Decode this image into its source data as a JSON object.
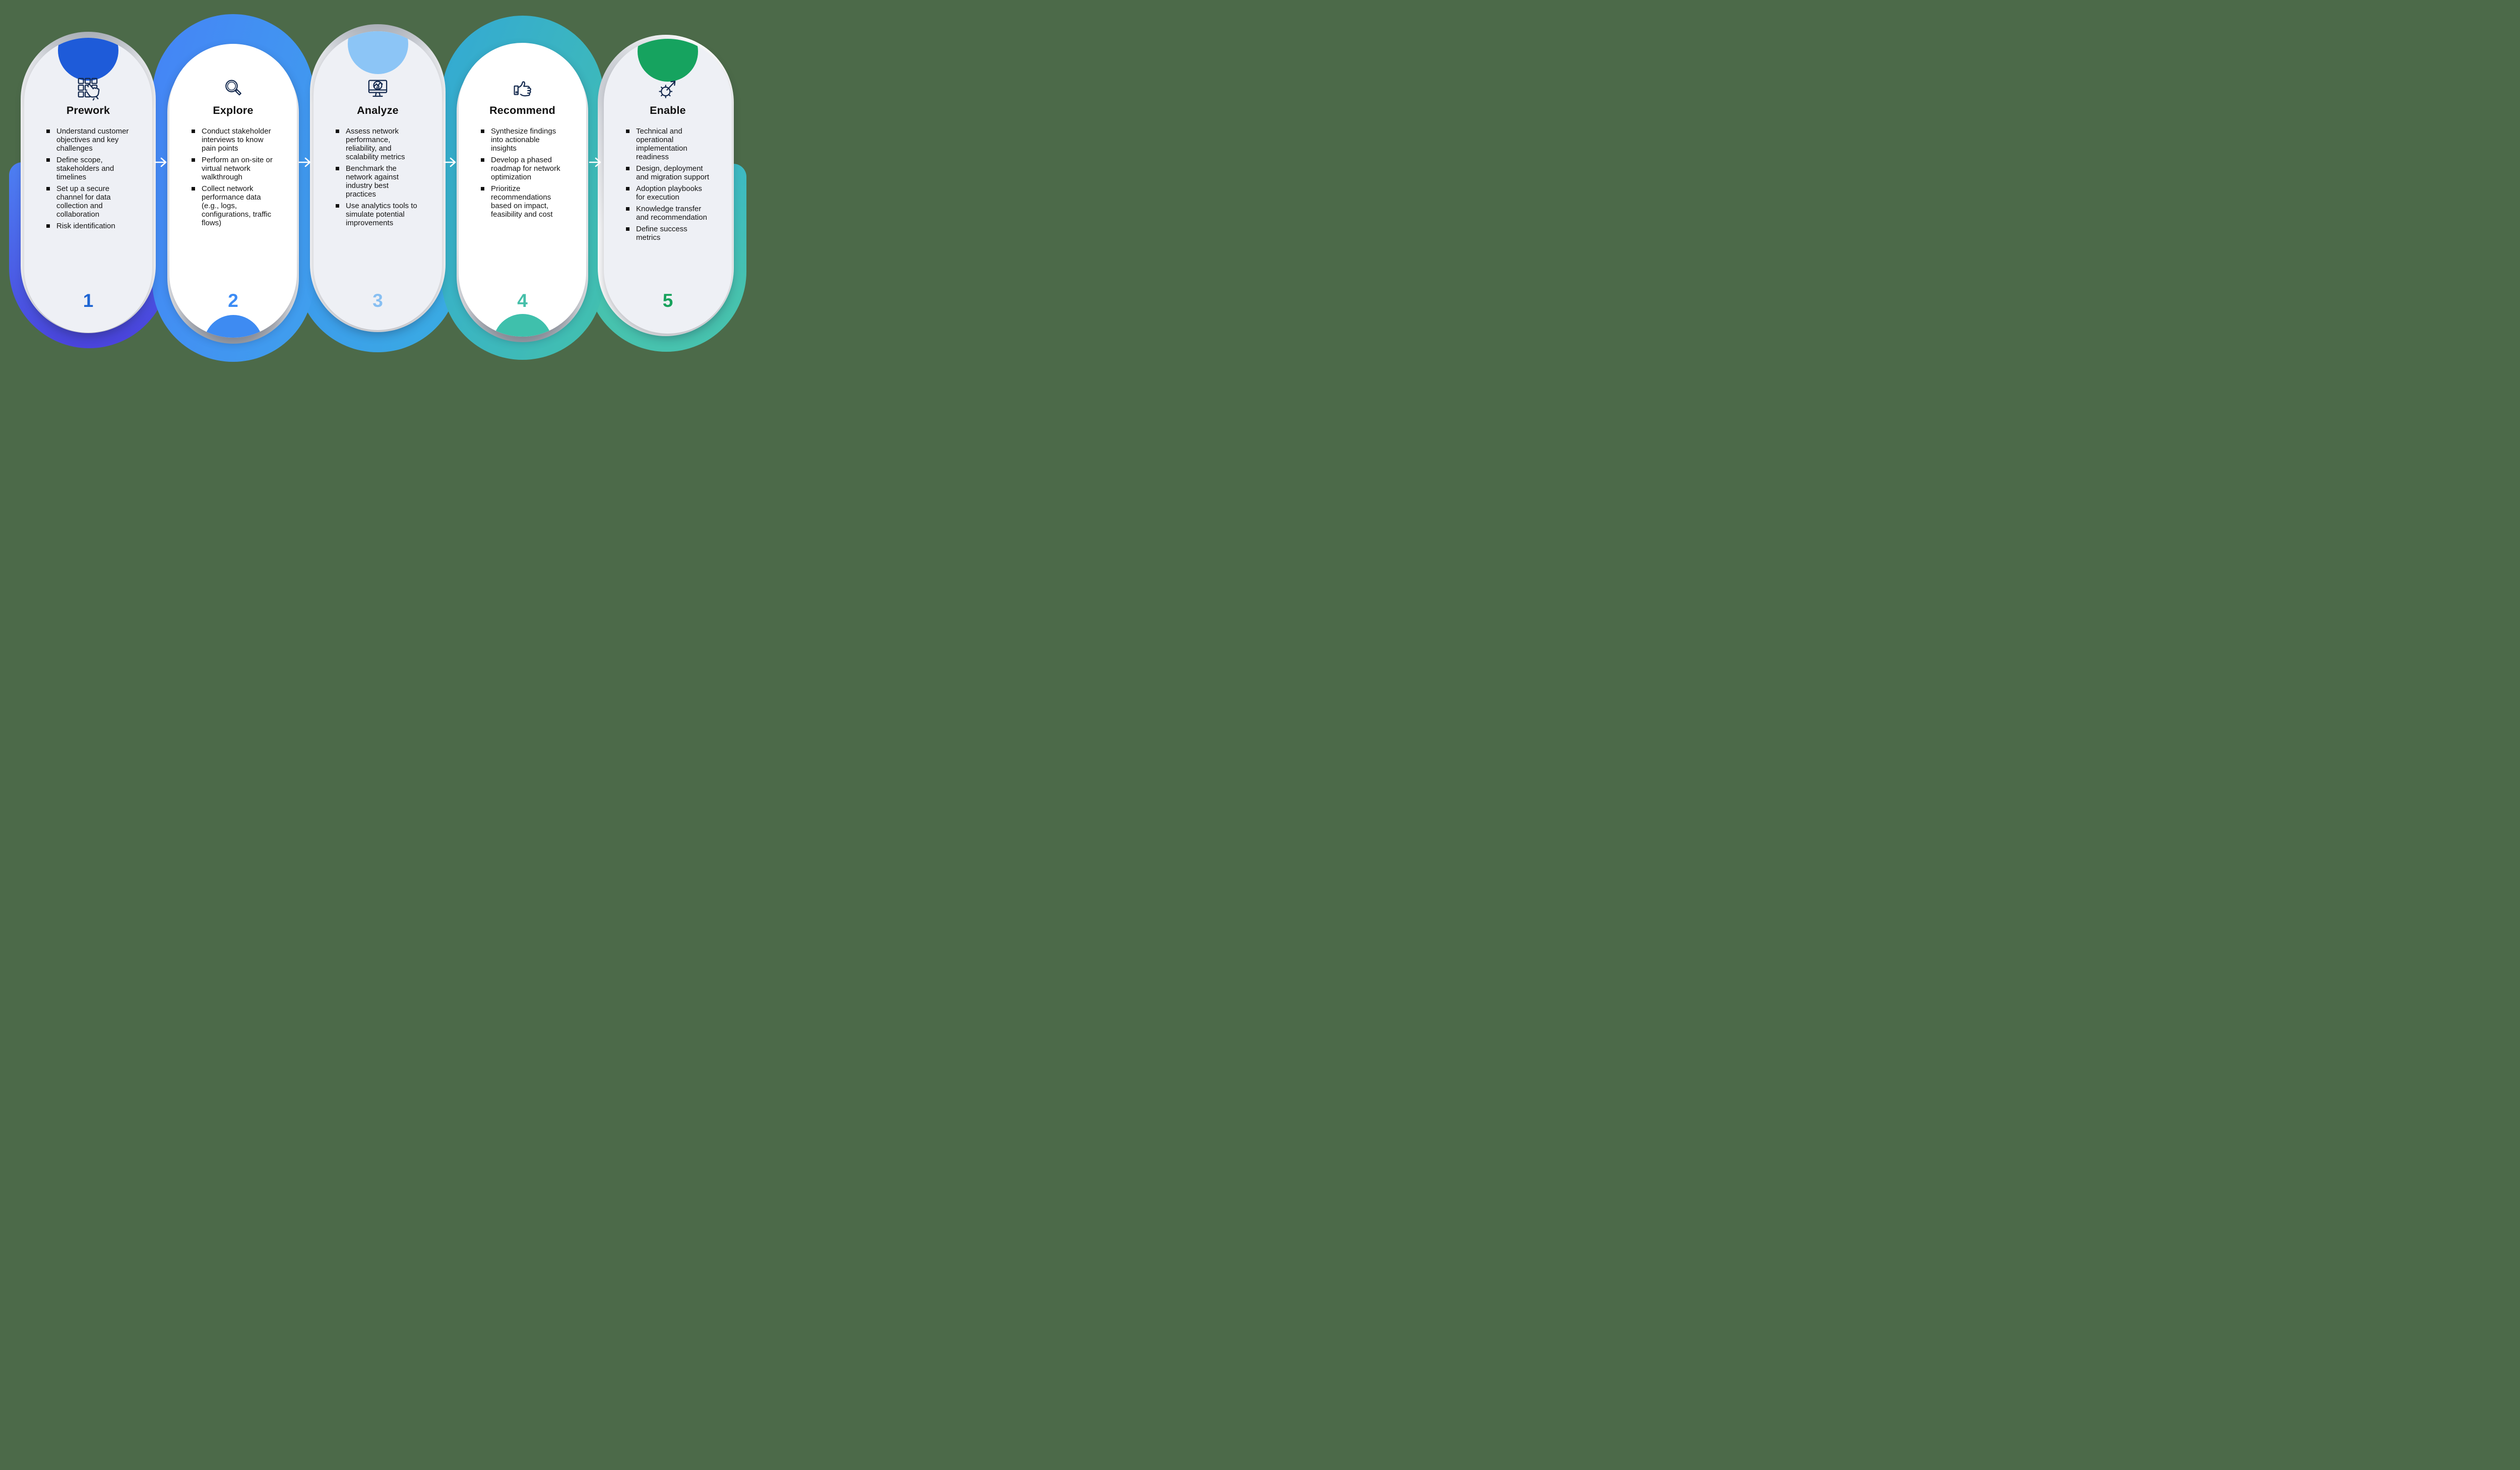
{
  "canvas": {
    "background_color": "#4C6A49"
  },
  "arrow_glyph": "→",
  "stages": [
    {
      "number": "1",
      "title": "Prework",
      "icon": "keypad-tap-icon",
      "bullets": [
        "Understand customer objectives and key challenges",
        "Define scope, stakeholders and timelines",
        "Set up a secure channel for data collection and collaboration",
        "Risk identification"
      ],
      "colors": {
        "band_from": "#4C7FF2",
        "band_to": "#4A45DC",
        "top_circle": "#1E5BD9",
        "number": "#1C64D2",
        "card": "#EEF0F5"
      }
    },
    {
      "number": "2",
      "title": "Explore",
      "icon": "magnifier-icon",
      "bullets": [
        "Conduct stakeholder interviews to know pain points",
        "Perform an on-site or virtual network walkthrough",
        "Collect network performance data (e.g., logs, configurations, traffic flows)"
      ],
      "colors": {
        "ring_from": "#4584F6",
        "ring_to": "#3FA0ED",
        "bottom_circle": "#3E8BF2",
        "number": "#3C8CF5",
        "card": "#FFFFFF"
      }
    },
    {
      "number": "3",
      "title": "Analyze",
      "icon": "monitor-chart-icon",
      "bullets": [
        "Assess network performance, reliability, and scalability metrics",
        "Benchmark the network against industry best practices",
        "Use analytics tools to simulate potential improvements"
      ],
      "colors": {
        "band_from": "#3E96F0",
        "band_to": "#39ACE1",
        "top_circle": "#8CC5F6",
        "number": "#87BFF2",
        "card": "#EEF0F5"
      }
    },
    {
      "number": "4",
      "title": "Recommend",
      "icon": "thumbs-up-icon",
      "bullets": [
        "Synthesize findings into actionable insights",
        "Develop a phased roadmap for network optimization",
        "Prioritize recommendations based on impact, feasibility and cost"
      ],
      "colors": {
        "ring_from": "#33A9D4",
        "ring_to": "#43C1AD",
        "bottom_circle": "#3FC0AC",
        "number": "#45BFA9",
        "card": "#FFFFFF"
      }
    },
    {
      "number": "5",
      "title": "Enable",
      "icon": "gear-arrow-icon",
      "bullets": [
        "Technical and operational implementation readiness",
        "Design, deployment and migration support",
        "Adoption playbooks for execution",
        "Knowledge transfer and recommendation",
        "Define success metrics"
      ],
      "colors": {
        "band_color": "#45C0B1",
        "top_circle": "#16A35F",
        "number": "#17A25C",
        "card": "#EEF0F5"
      }
    }
  ]
}
